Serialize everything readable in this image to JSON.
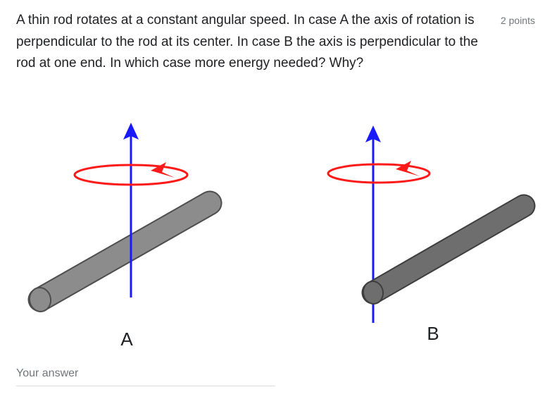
{
  "question": {
    "text": "A thin rod rotates at a constant angular speed. In case A the axis of rotation is perpendicular to the rod at its center. In case B the axis is perpendicular to the rod at one end. In which case more energy needed? Why?",
    "points": "2 points"
  },
  "figure": {
    "case_a_label": "A",
    "case_b_label": "B",
    "colors": {
      "axis": "#1a1aff",
      "rotation_arrow": "#ff1a1a",
      "rod_a": "#8c8c8c",
      "rod_b": "#6e6e6e",
      "rod_outline": "#4d4d4d"
    }
  },
  "answer": {
    "placeholder": "Your answer",
    "value": ""
  }
}
